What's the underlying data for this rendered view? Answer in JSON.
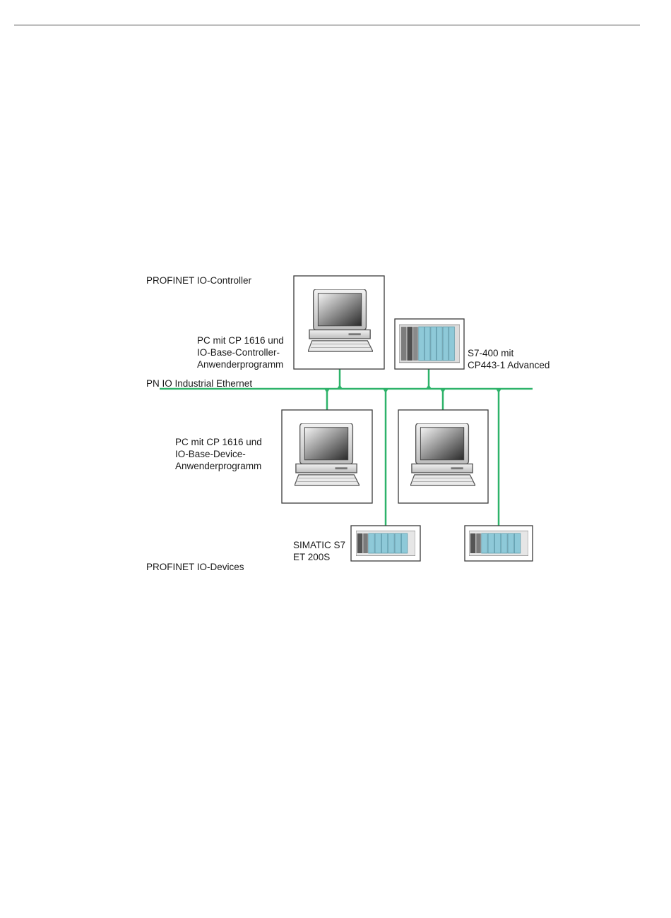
{
  "diagram": {
    "labels": {
      "controller_heading": "PROFINET IO-Controller",
      "controller_pc": [
        "PC mit CP 1616 und",
        "IO-Base-Controller-",
        "Anwenderprogramm"
      ],
      "s7_400": [
        "S7-400 mit",
        "CP443-1 Advanced"
      ],
      "bus": "PN IO Industrial Ethernet",
      "device_pc": [
        "PC mit CP 1616 und",
        "IO-Base-Device-",
        "Anwenderprogramm"
      ],
      "et200s": [
        "SIMATIC S7",
        "ET 200S"
      ],
      "devices_heading": "PROFINET IO-Devices"
    },
    "colors": {
      "bus": "#2eb36a",
      "frame": "#3a3a3a",
      "module": "#8ec9d8"
    }
  }
}
